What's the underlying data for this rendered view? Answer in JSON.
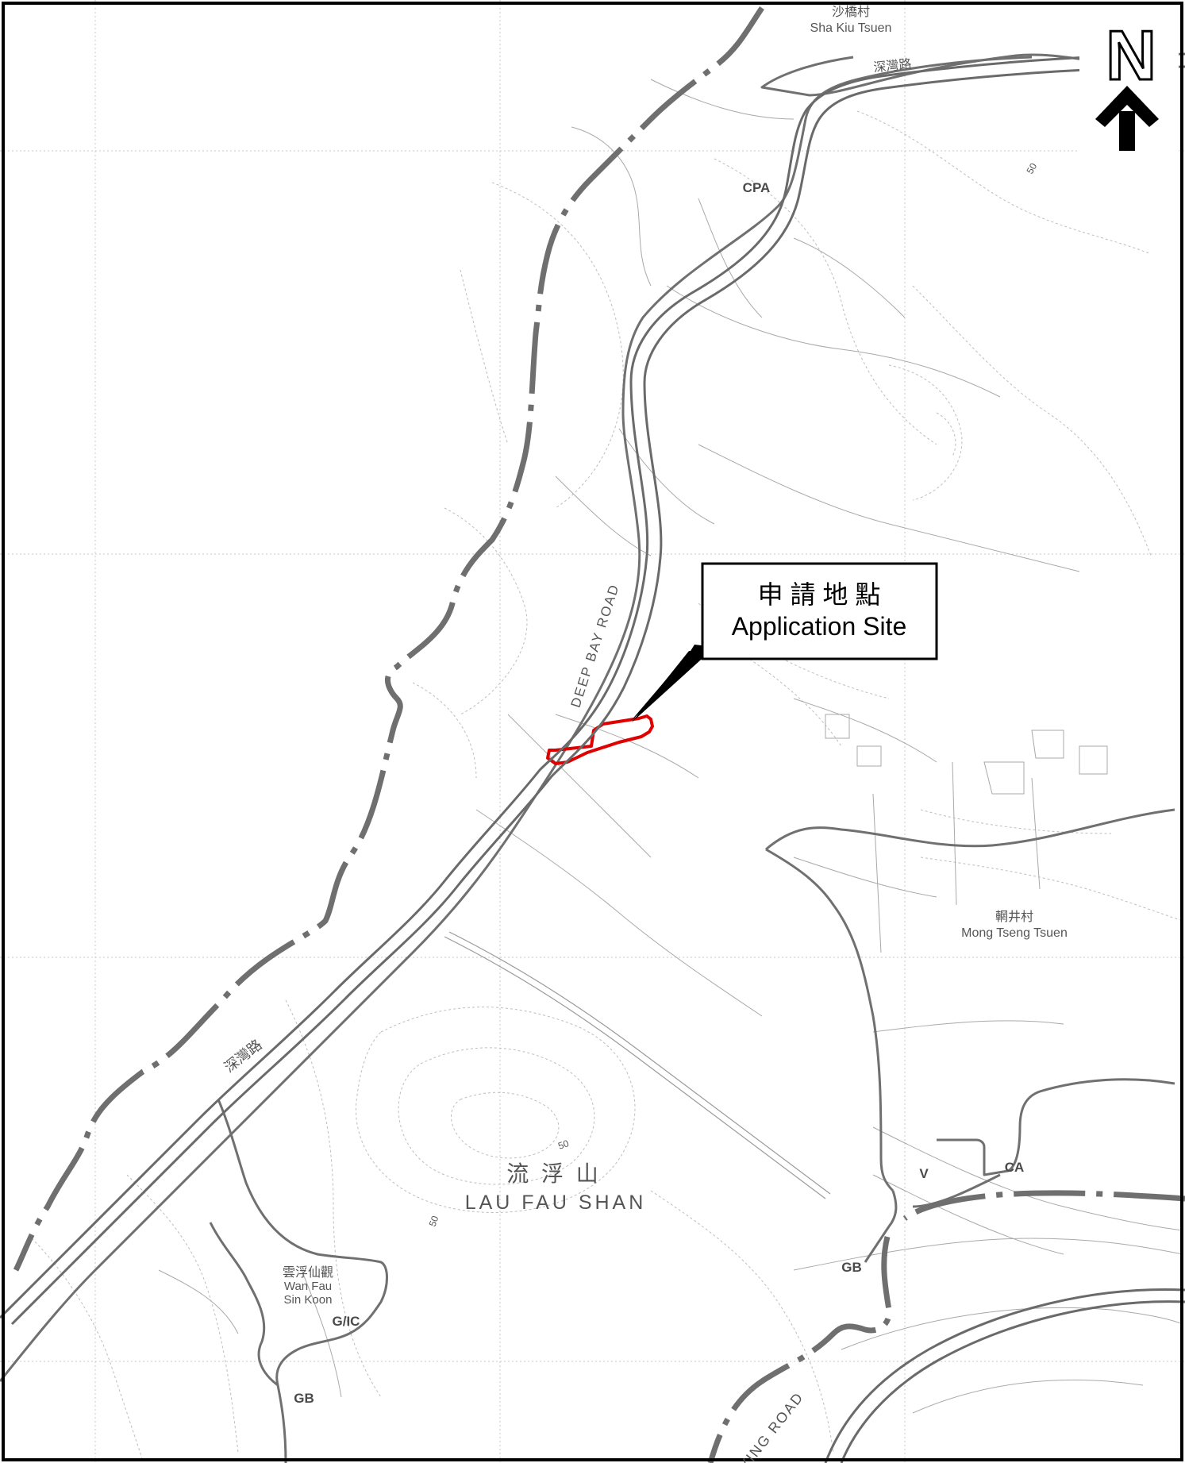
{
  "map": {
    "north_label": "N",
    "callout": {
      "line1": "申 請 地 點",
      "line2": "Application Site"
    },
    "place_labels": {
      "sha_kiu_zh": "沙橋村",
      "sha_kiu_en": "Sha Kiu Tsuen",
      "deep_bay_zh_top": "深灣路",
      "deep_bay_road_en": "DEEP BAY ROAD",
      "deep_bay_zh_lower": "深灣路",
      "mong_tseng_zh": "輞井村",
      "mong_tseng_en": "Mong Tseng Tsuen",
      "lau_fau_shan_zh": "流 浮 山",
      "lau_fau_shan_en": "LAU FAU SHAN",
      "wan_fau_zh": "雲浮仙觀",
      "wan_fau_en1": "Wan Fau",
      "wan_fau_en2": "Sin Koon",
      "ying_road": "N YING ROAD"
    },
    "zone_labels": {
      "cpa": "CPA",
      "v": "V",
      "ca": "CA",
      "gb_east": "GB",
      "gic": "G/IC",
      "gb_south": "GB"
    },
    "contour_labels": {
      "c50_ne": "50",
      "c50_hill": "50",
      "c50_sw": "50"
    },
    "colors": {
      "site_outline": "#e00000",
      "frame": "#000000",
      "zone_line": "#707070",
      "label_text": "#555555"
    }
  }
}
